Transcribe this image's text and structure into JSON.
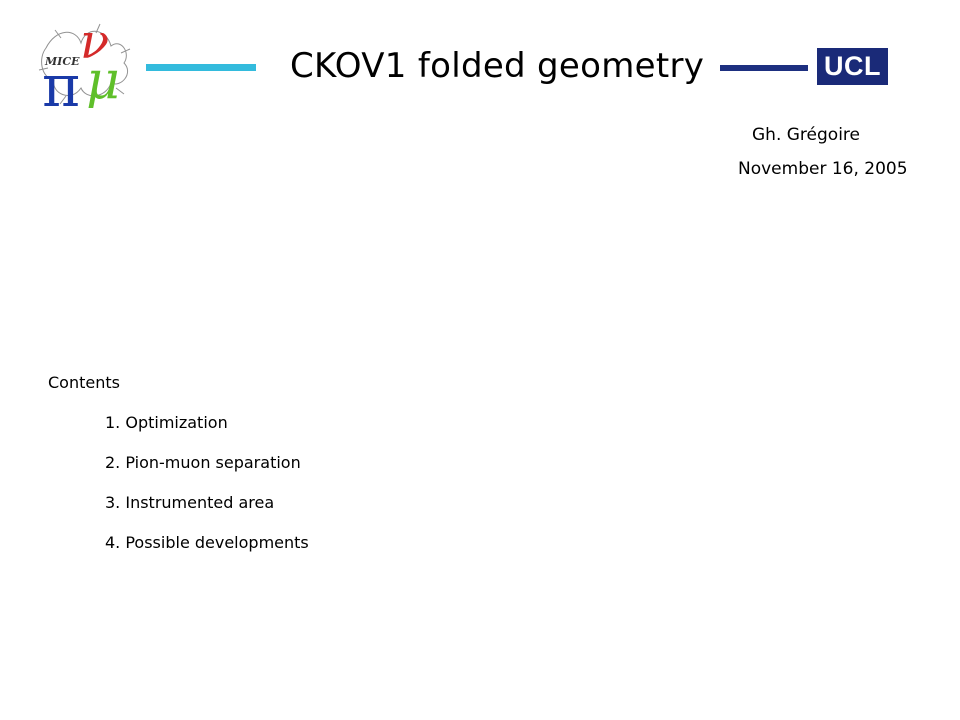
{
  "slide": {
    "title": "CKOV1 folded geometry",
    "author": "Gh. Grégoire",
    "date": "November 16, 2005",
    "contents_heading": "Contents",
    "contents_items": [
      "1. Optimization",
      "2. Pion-muon separation",
      "3. Instrumented area",
      "4. Possible developments"
    ]
  },
  "logos": {
    "mice_text": "MICE",
    "ucl_text": "UCL"
  },
  "colors": {
    "left_bar": "#33bbdd",
    "right_bar": "#1d2f80",
    "ucl_background": "#1a2a78",
    "mice_pi": "#1a3aa8",
    "mice_nu": "#d42a2a",
    "mice_mu": "#5fbf2a"
  }
}
